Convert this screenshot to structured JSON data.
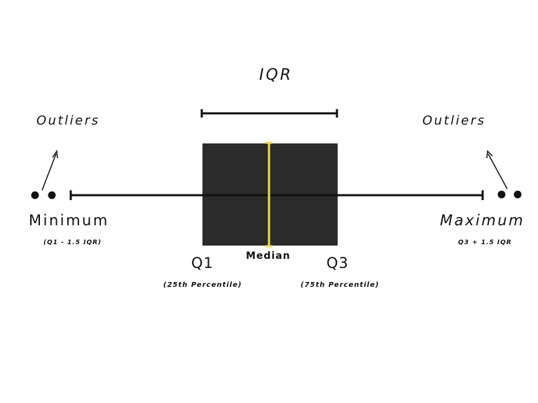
{
  "diagram": {
    "iqr_label": "IQR",
    "outliers_left_label": "Outliers",
    "outliers_right_label": "Outliers",
    "minimum_label": "Minimum",
    "minimum_formula": "(Q1 - 1.5 IQR)",
    "maximum_label": "Maximum",
    "maximum_formula": "Q3 + 1.5 IQR",
    "q1_label": "Q1",
    "q1_percentile": "(25th Percentile)",
    "median_label": "Median",
    "q3_label": "Q3",
    "q3_percentile": "(75th Percentile)"
  },
  "colors": {
    "box_fill": "#2b2b2b",
    "median_line": "#f2e14a",
    "line": "#111111",
    "background": "#ffffff"
  },
  "icons": [
    "arrow-up-left",
    "arrow-up-right"
  ]
}
